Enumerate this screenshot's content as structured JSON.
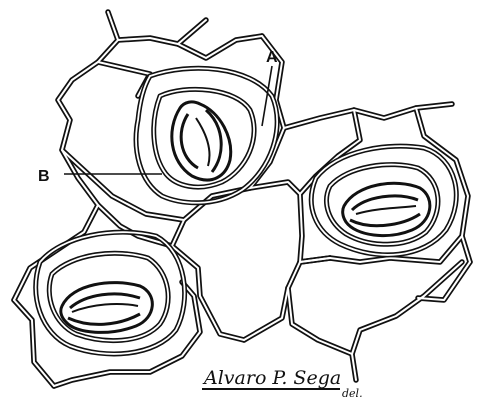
{
  "labels": {
    "a": "A",
    "b": "B"
  },
  "signature": {
    "name": "Alvaro P. Sega",
    "suffix": "del."
  },
  "colors": {
    "ink": "#111111",
    "paper": "#ffffff"
  }
}
